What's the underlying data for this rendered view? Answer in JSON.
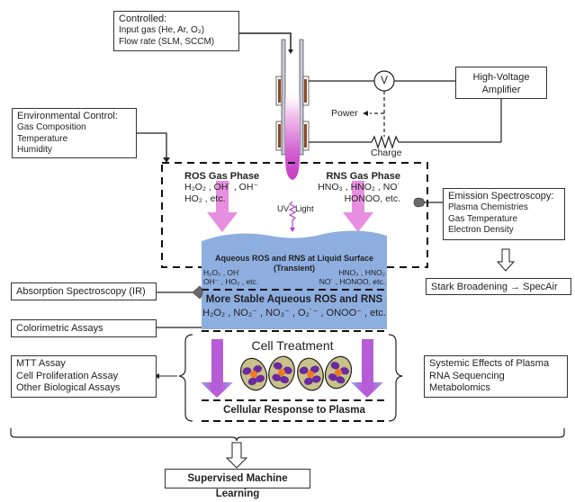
{
  "controlled_box": {
    "title": "Controlled:",
    "lines": [
      "Input gas (He, Ar, O₂)",
      "Flow rate (SLM, SCCM)"
    ]
  },
  "env_box": {
    "title": "Environmental Control:",
    "lines": [
      "Gas Composition",
      "Temperature",
      "Humidity"
    ]
  },
  "amplifier_box": {
    "lines": [
      "High-Voltage",
      "Amplifier"
    ]
  },
  "voltmeter_label": "V",
  "power_label": "Power",
  "charge_label": "Charge",
  "ros_gas": {
    "title": "ROS Gas Phase",
    "line1": "H₂O₂ , OH˙ , OH⁻",
    "line2": "HO₂ , etc."
  },
  "rns_gas": {
    "title": "RNS Gas Phase",
    "line1": "HNO₃ , HNO₂ , NO˙",
    "line2": "HONOO, etc."
  },
  "uv_label_left": "UV",
  "uv_label_right": "Light",
  "emission_box": {
    "title": "Emission Spectroscopy:",
    "lines": [
      "Plasma Chemistries",
      "Gas Temperature",
      "Electron Density"
    ]
  },
  "stark_box": "Stark Broadening → SpecAir",
  "aqueous_surface": {
    "title": "Aqueous ROS and RNS at Liquid Surface",
    "subtitle": "(Transient)",
    "left_line1": "H₂O₂ , OH˙",
    "left_line2": "OH⁻ , HO₂ , etc.",
    "right_line1": "HNO₃ , HNO₂",
    "right_line2": "NO˙ , HONOO, etc."
  },
  "stable_aqueous": {
    "title": "More Stable Aqueous ROS and RNS",
    "chem": "H₂O₂ , NO₂⁻ , NO₃⁻ , O₂˙⁻ , ONOO⁻ , etc."
  },
  "absorption_box": "Absorption Spectroscopy (IR)",
  "colorimetric_box": "Colorimetric Assays",
  "bio_assays_box": {
    "lines": [
      "MTT Assay",
      "Cell Proliferation Assay",
      "Other Biological Assays"
    ]
  },
  "cell_treatment_label": "Cell Treatment",
  "cellular_response_label": "Cellular Response to Plasma",
  "systemic_box": {
    "lines": [
      "Systemic Effects of Plasma",
      "RNA Sequencing",
      "Metabolomics"
    ]
  },
  "ml_box": "Supervised Machine Learning",
  "colors": {
    "plasma_magenta": "#cc44cc",
    "arrow_pink": "#e88ee0",
    "liquid_blue": "#8eaee0",
    "electrode_brown": "#8b4a24",
    "cell_fill": "#c9c28a",
    "cell_purple": "#6a2aa0",
    "cell_nucleus": "#f07a20",
    "probe_gray": "#6a6a6a"
  }
}
